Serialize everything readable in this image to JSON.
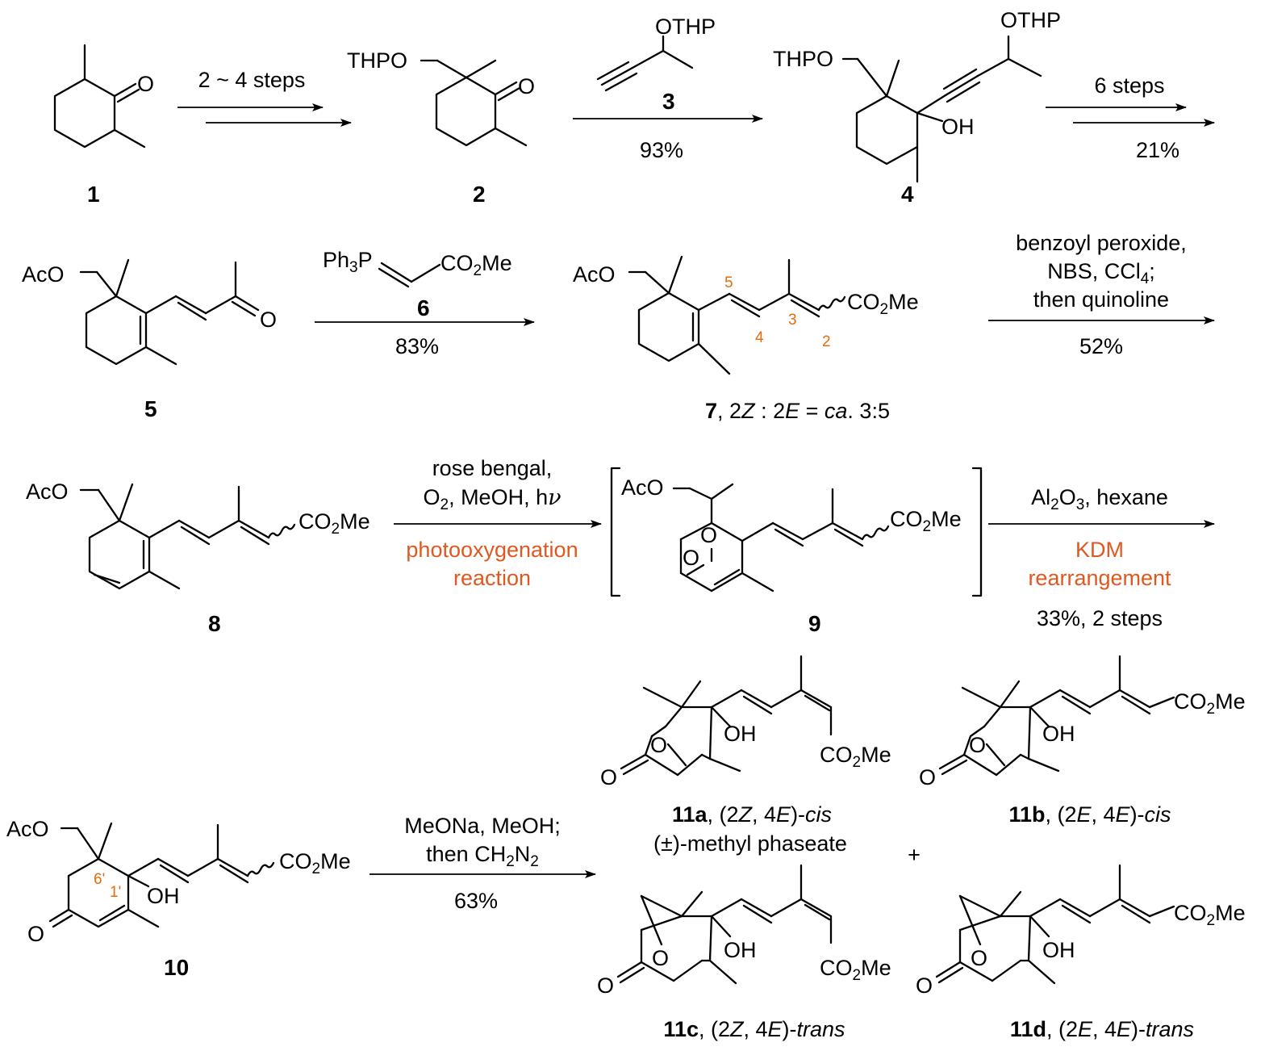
{
  "steps": {
    "s1": {
      "top": "2 ~ 4 steps"
    },
    "s2": {
      "reagent_num": "3",
      "reagent_group": "OTHP",
      "yield": "93%"
    },
    "s3": {
      "top": "6 steps",
      "yield": "21%"
    },
    "s4": {
      "reagent": "Ph3P=CHCO2Me",
      "reagent_num": "6",
      "yield": "83%"
    },
    "s5": {
      "line1": "benzoyl peroxide,",
      "line2": "NBS, CCl4;",
      "line3": "then quinoline",
      "yield": "52%"
    },
    "s6": {
      "line1": "rose bengal,",
      "line2": "O2, MeOH, hν",
      "name1": "photooxygenation",
      "name2": "reaction"
    },
    "s7": {
      "line1": "Al2O3, hexane",
      "name1": "KDM",
      "name2": "rearrangement",
      "yield": "33%, 2 steps"
    },
    "s8": {
      "line1": "MeONa, MeOH;",
      "line2": "then CH2N2",
      "yield": "63%"
    }
  },
  "compounds": [
    {
      "id": "1"
    },
    {
      "id": "2"
    },
    {
      "id": "4"
    },
    {
      "id": "5"
    },
    {
      "id": "7",
      "note": "2Z : 2E = ca. 3:5"
    },
    {
      "id": "8"
    },
    {
      "id": "9"
    },
    {
      "id": "10"
    },
    {
      "id": "11a",
      "desc": "(2Z, 4E)-cis",
      "name": "(±)-methyl phaseate"
    },
    {
      "id": "11b",
      "desc": "(2E, 4E)-cis"
    },
    {
      "id": "11c",
      "desc": "(2Z, 4E)-trans"
    },
    {
      "id": "11d",
      "desc": "(2E, 4E)-trans"
    }
  ],
  "groups": {
    "thpo": "THPO",
    "otbp": "OTHP",
    "oh": "OH",
    "aco": "AcO",
    "o": "O",
    "co2me": "CO2Me"
  },
  "plus": "+",
  "locants": {
    "c2": "2",
    "c3": "3",
    "c4": "4",
    "c5": "5",
    "c6p": "6'",
    "c1p": "1'"
  },
  "colors": {
    "locant": "#e46c0a",
    "reaction_name": "#e0581f"
  }
}
